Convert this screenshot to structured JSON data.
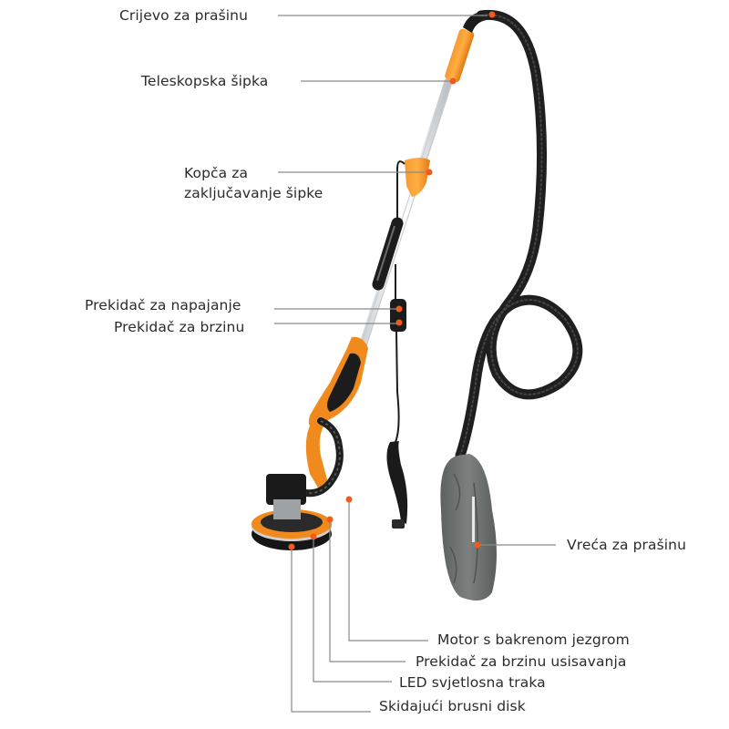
{
  "diagram": {
    "subject": "Drywall sander with telescopic pole, dust hose and dust bag",
    "colors": {
      "accent_orange": "#f08a1c",
      "marker_red": "#ef5a1e",
      "hose_black": "#1f1f1f",
      "bag_gray": "#6f7371",
      "leader_line": "#8a8a8a",
      "text": "#2b2b2b",
      "background": "#ffffff"
    },
    "callouts": [
      {
        "id": "dust-hose",
        "text": "Crijevo za prašinu"
      },
      {
        "id": "telescopic-pole",
        "text": "Teleskopska šipka"
      },
      {
        "id": "pole-lock-clip",
        "text": "Kopča za zaključavanje šipke"
      },
      {
        "id": "power-switch",
        "text": "Prekidač za napajanje"
      },
      {
        "id": "speed-switch",
        "text": "Prekidač za brzinu"
      },
      {
        "id": "dust-bag",
        "text": "Vreća za prašinu"
      },
      {
        "id": "copper-core-motor",
        "text": "Motor s bakrenom jezgrom"
      },
      {
        "id": "suction-speed-switch",
        "text": "Prekidač za brzinu usisavanja"
      },
      {
        "id": "led-light-strip",
        "text": "LED svjetlosna traka"
      },
      {
        "id": "removable-sanding-disc",
        "text": "Skidajući brusni disk"
      }
    ]
  }
}
